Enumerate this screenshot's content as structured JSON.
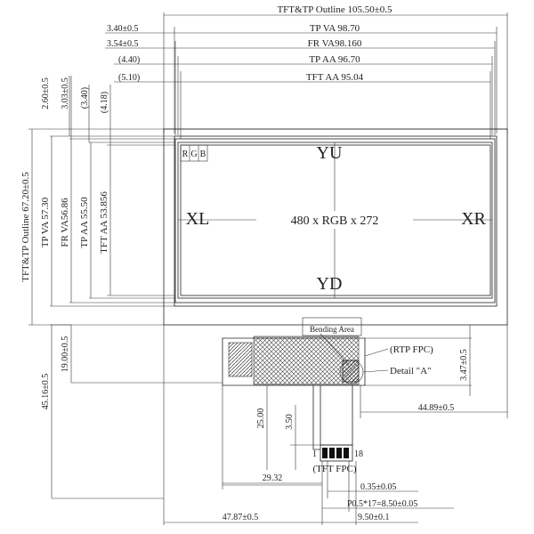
{
  "top_dims": {
    "outline": "TFT&TP Outline 105.50±0.5",
    "tp_va": "TP VA 98.70",
    "fr_va": "FR VA98.160",
    "tp_aa": "TP AA 96.70",
    "tft_aa": "TFT AA 95.04",
    "off1": "3.40±0.5",
    "off2": "3.54±0.5",
    "off3": "(4.40)",
    "off4": "(5.10)"
  },
  "left_dims": {
    "outline": "TFT&TP Outline 67.20±0.5",
    "tp_va": "TP VA 57.30",
    "fr_va": "FR VA56.86",
    "tp_aa": "TP AA 55.50",
    "tft_aa": "TFT AA 53.856",
    "off1": "2.60±0.5",
    "off2": "3.03±0.5",
    "off3": "(3.40)",
    "off4": "(4.18)",
    "fpc1": "19.00±0.5",
    "fpc2": "45.16±0.5"
  },
  "screen": {
    "rgb_r": "R",
    "rgb_g": "G",
    "rgb_b": "B",
    "yu": "YU",
    "yd": "YD",
    "xl": "XL",
    "xr": "XR",
    "resolution": "480 x RGB x 272"
  },
  "fpc": {
    "bending_area": "Bending Area",
    "rtp_fpc": "(RTP FPC)",
    "detail_a": "Detail \"A\"",
    "tft_fpc": "(TFT FPC)",
    "pin_first": "1",
    "pin_last": "18"
  },
  "bottom_dims": {
    "d_347": "3.47±0.5",
    "d_4489": "44.89±0.5",
    "d_2500": "25.00",
    "d_350": "3.50",
    "d_2932": "29.32",
    "d_035": "0.35±0.05",
    "d_pitch": "P0.5*17=8.50±0.05",
    "d_4787": "47.87±0.5",
    "d_950": "9.50±0.1"
  }
}
